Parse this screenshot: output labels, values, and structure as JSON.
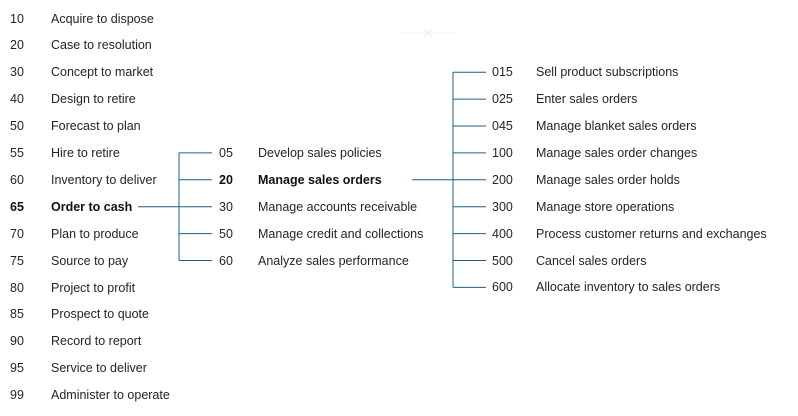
{
  "level1": [
    {
      "num": "10",
      "label": "Acquire to dispose"
    },
    {
      "num": "20",
      "label": "Case to resolution"
    },
    {
      "num": "30",
      "label": "Concept to market"
    },
    {
      "num": "40",
      "label": "Design to retire"
    },
    {
      "num": "50",
      "label": "Forecast to plan"
    },
    {
      "num": "55",
      "label": "Hire to retire"
    },
    {
      "num": "60",
      "label": "Inventory to deliver"
    },
    {
      "num": "65",
      "label": "Order to cash",
      "selected": true
    },
    {
      "num": "70",
      "label": "Plan to produce"
    },
    {
      "num": "75",
      "label": "Source to pay"
    },
    {
      "num": "80",
      "label": "Project to profit"
    },
    {
      "num": "85",
      "label": "Prospect to quote"
    },
    {
      "num": "90",
      "label": "Record to report"
    },
    {
      "num": "95",
      "label": "Service to deliver"
    },
    {
      "num": "99",
      "label": "Administer to operate"
    }
  ],
  "level2": [
    {
      "num": "05",
      "label": "Develop sales policies"
    },
    {
      "num": "20",
      "label": "Manage sales orders",
      "selected": true
    },
    {
      "num": "30",
      "label": "Manage accounts receivable"
    },
    {
      "num": "50",
      "label": "Manage credit and collections"
    },
    {
      "num": "60",
      "label": "Analyze sales performance"
    }
  ],
  "level3": [
    {
      "num": "015",
      "label": "Sell product subscriptions"
    },
    {
      "num": "025",
      "label": "Enter sales orders"
    },
    {
      "num": "045",
      "label": "Manage blanket sales orders"
    },
    {
      "num": "100",
      "label": "Manage sales order changes"
    },
    {
      "num": "200",
      "label": "Manage sales order holds"
    },
    {
      "num": "300",
      "label": "Manage store operations"
    },
    {
      "num": "400",
      "label": "Process customer returns and exchanges"
    },
    {
      "num": "500",
      "label": "Cancel sales orders"
    },
    {
      "num": "600",
      "label": "Allocate inventory to sales orders"
    }
  ],
  "colors": {
    "connector": "#1f5f86",
    "text": "#242424"
  }
}
